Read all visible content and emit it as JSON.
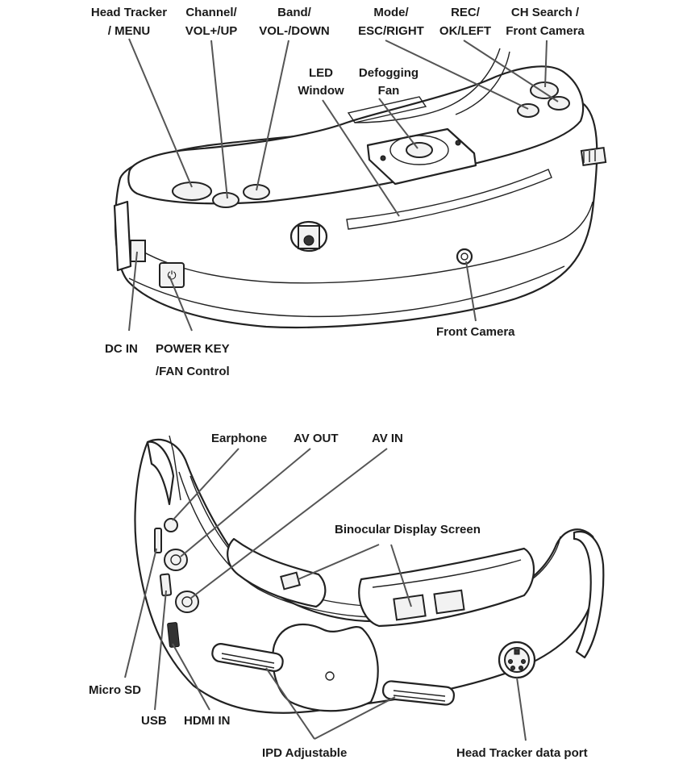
{
  "top_view": {
    "labels": {
      "head_tracker": [
        "Head Tracker",
        "/ MENU"
      ],
      "channel": [
        "Channel/",
        "VOL+/UP"
      ],
      "band": [
        "Band/",
        "VOL-/DOWN"
      ],
      "mode": [
        "Mode/",
        "ESC/RIGHT"
      ],
      "rec": [
        "REC/",
        "OK/LEFT"
      ],
      "ch_search": [
        "CH Search /",
        "Front Camera"
      ],
      "led_window": [
        "LED",
        "Window"
      ],
      "defogging_fan": [
        "Defogging",
        "Fan"
      ],
      "dc_in": "DC IN",
      "power_key": [
        "POWER KEY",
        "/FAN Control"
      ],
      "front_camera": "Front Camera"
    }
  },
  "bottom_view": {
    "labels": {
      "earphone": "Earphone",
      "av_out": "AV OUT",
      "av_in": "AV IN",
      "binocular": "Binocular Display Screen",
      "micro_sd": "Micro SD",
      "usb": "USB",
      "hdmi_in": "HDMI IN",
      "ipd": "IPD Adjustable",
      "head_tracker_port": "Head Tracker data port"
    }
  },
  "colors": {
    "line": "#222222",
    "leader": "#555555",
    "text": "#1a1a1a"
  }
}
